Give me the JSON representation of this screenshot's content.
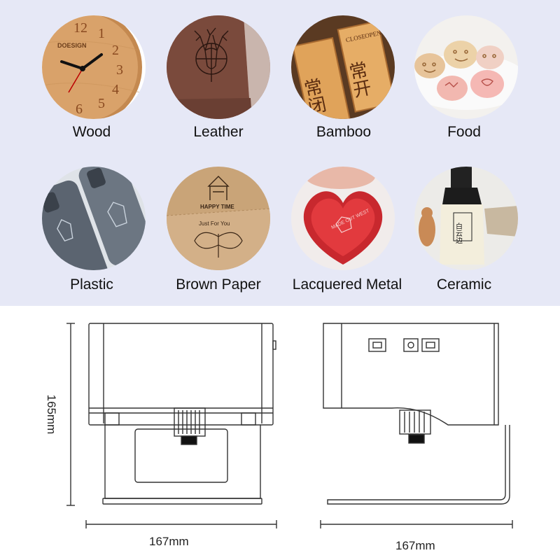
{
  "materials": [
    {
      "label": "Wood",
      "icon": "wood-clock-icon"
    },
    {
      "label": "Leather",
      "icon": "leather-deer-icon"
    },
    {
      "label": "Bamboo",
      "icon": "bamboo-tags-icon"
    },
    {
      "label": "Food",
      "icon": "macaron-icon"
    },
    {
      "label": "Plastic",
      "icon": "phone-case-icon"
    },
    {
      "label": "Brown Paper",
      "icon": "kraft-paper-icon"
    },
    {
      "label": "Lacquered Metal",
      "icon": "heart-tin-icon"
    },
    {
      "label": "Ceramic",
      "icon": "ceramic-bottle-icon"
    }
  ],
  "clock_text": {
    "brand": "DOESIGN",
    "numbers": [
      "12",
      "1",
      "2",
      "3",
      "4",
      "5",
      "6"
    ]
  },
  "bamboo_text": {
    "close": "CLOSE",
    "open": "OPEN",
    "left_chars": "常闭",
    "right_chars": "常开"
  },
  "paper_text": {
    "happy": "HAPPY TIME",
    "just": "Just For You"
  },
  "metal_text": "MADE OUT WEST",
  "ceramic_text": "白云边",
  "dimensions": {
    "height": "165mm",
    "width_front": "167mm",
    "width_side": "167mm"
  },
  "colors": {
    "panel": "#e6e8f6",
    "line": "#333333"
  }
}
